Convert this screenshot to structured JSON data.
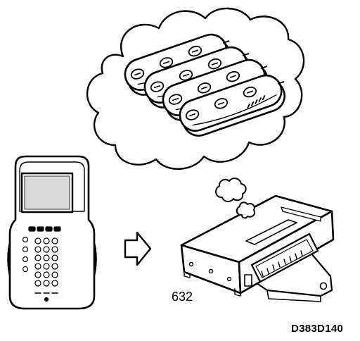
{
  "diagram": {
    "callout_label": "632",
    "figure_id": "D383D140",
    "nodes": [
      {
        "id": "scan-tool",
        "shape": "handheld-scanner-icon"
      },
      {
        "id": "arrow",
        "shape": "hollow-right-arrow-icon"
      },
      {
        "id": "module",
        "shape": "electronic-control-module-icon"
      },
      {
        "id": "thought",
        "shape": "thought-cloud"
      },
      {
        "id": "key-fobs",
        "shape": "remote-key-fob-icon",
        "count": 4
      }
    ],
    "colors": {
      "ink": "#000000",
      "paper": "#ffffff"
    }
  }
}
